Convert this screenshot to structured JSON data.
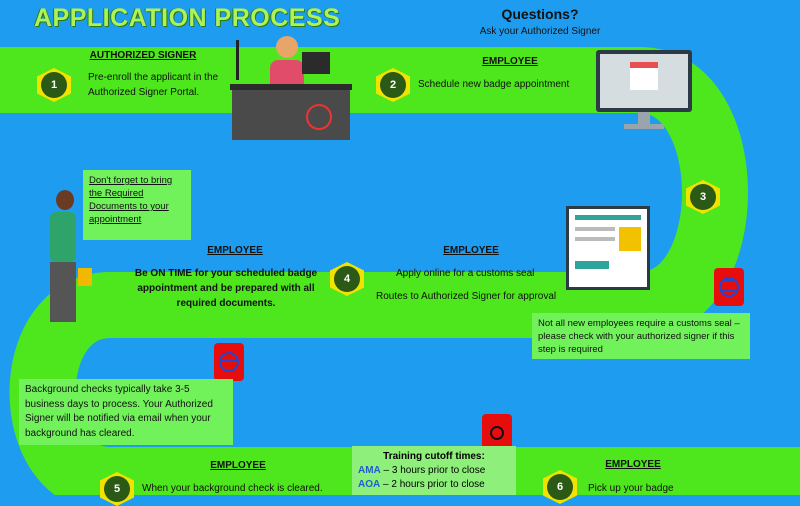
{
  "title": "APPLICATION PROCESS",
  "questions": {
    "title": "Questions?",
    "subtitle": "Ask your Authorized Signer"
  },
  "steps": [
    {
      "num": "1",
      "role": "AUTHORIZED SIGNER",
      "text": "Pre-enroll the applicant in the Authorized Signer Portal."
    },
    {
      "num": "2",
      "role": "EMPLOYEE",
      "text": "Schedule new badge appointment"
    },
    {
      "num": "3"
    },
    {
      "num": "4",
      "role": "EMPLOYEE",
      "text": "Apply online for a customs seal",
      "text2": "Routes to Authorized Signer for approval"
    },
    {
      "num": "5",
      "role": "EMPLOYEE",
      "text": "When your background check is cleared."
    },
    {
      "num": "6",
      "role": "EMPLOYEE",
      "text": "Pick up your badge"
    }
  ],
  "on_time": {
    "role": "EMPLOYEE",
    "text": "Be ON TIME for your scheduled badge appointment and be prepared with all required documents."
  },
  "reminder": "Don't forget to bring the Required Documents to your appointment",
  "customs_note": "Not all new employees require a customs seal – please check with your authorized signer if this step is required",
  "background_note": "Background checks typically take 3-5 business days to process.  Your Authorized Signer will be notified via email when your background has cleared.",
  "training": {
    "title": "Training cutoff times:",
    "rows": [
      {
        "code": "AMA",
        "text": " – 3 hours prior to close"
      },
      {
        "code": "AOA",
        "text": " – 2 hours prior to close"
      }
    ]
  },
  "colors": {
    "background": "#1e9df0",
    "road": "#4ee61c",
    "note": "#72f25a",
    "badge": "#f2e200",
    "pin": "#e80d0d"
  }
}
